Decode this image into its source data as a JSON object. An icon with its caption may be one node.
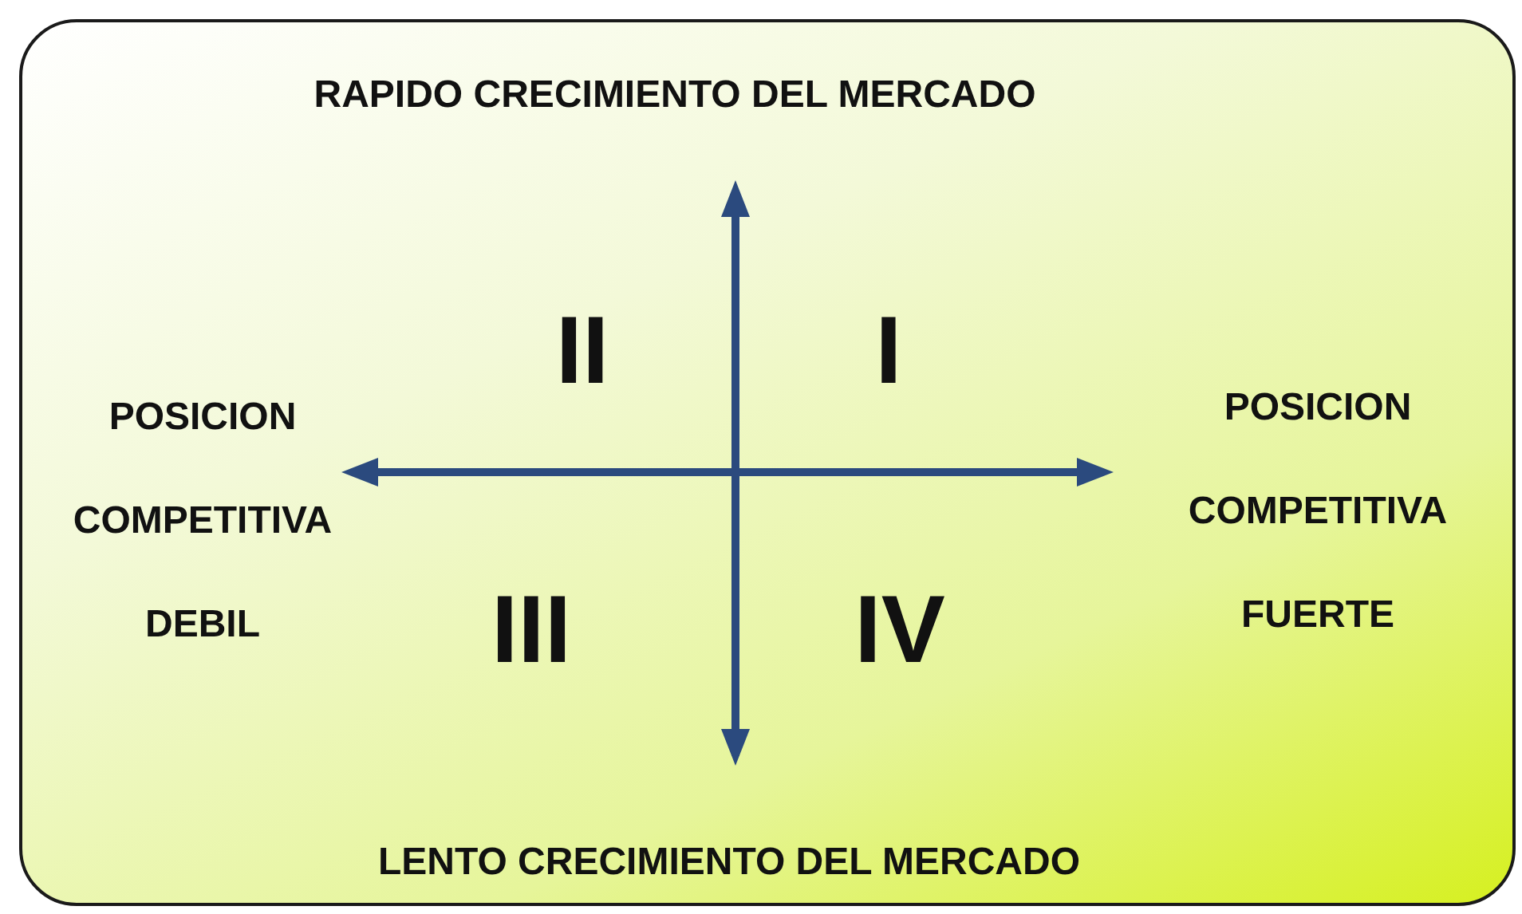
{
  "diagram": {
    "labels": [
      "RAPIDO CRECIMIENTO DEL MERCADO",
      "II",
      "I",
      "POSICION",
      "COMPETITIVA",
      "DEBIL",
      "POSICION",
      "COMPETITIVA",
      "FUERTE",
      "III",
      "IV",
      "LENTO CRECIMIENTO DEL MERCADO"
    ]
  }
}
